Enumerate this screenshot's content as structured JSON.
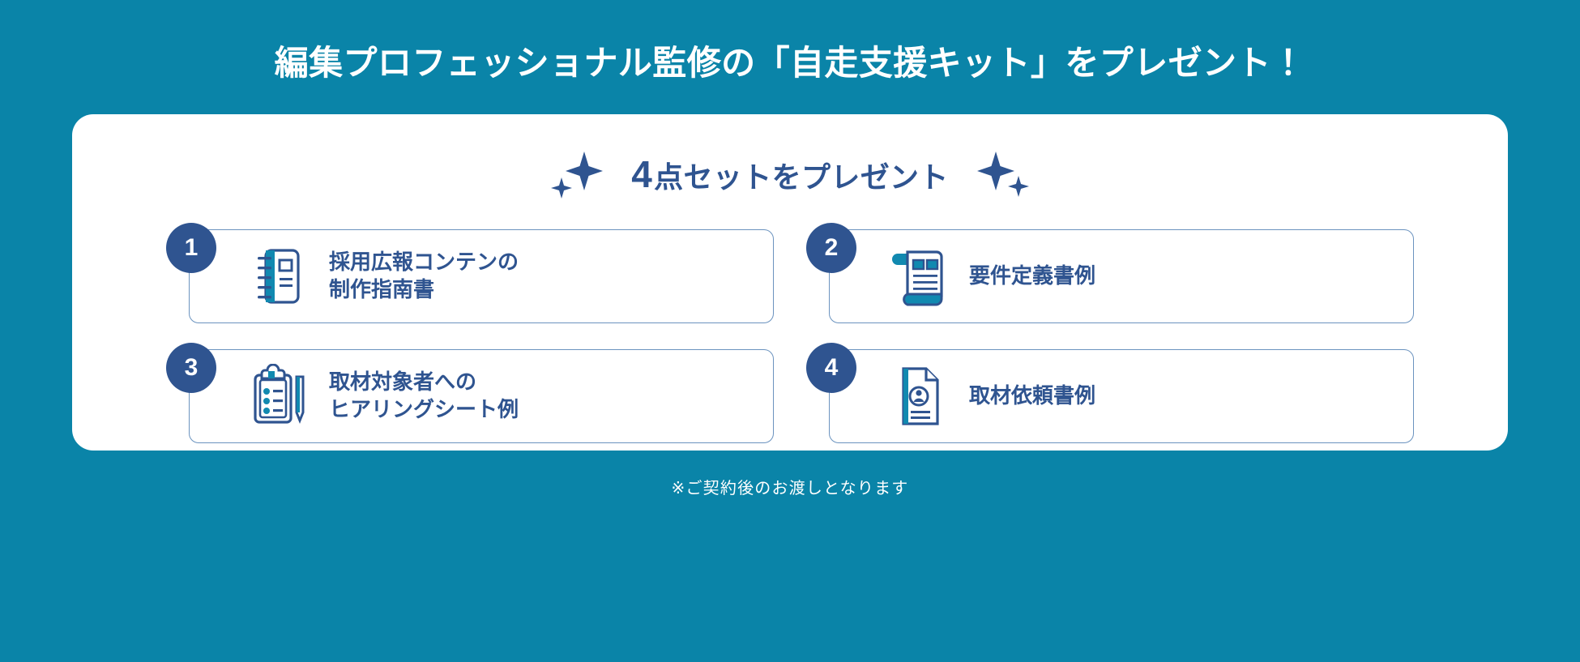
{
  "colors": {
    "background": "#0a84a8",
    "panel": "#ffffff",
    "navy": "#2f5490",
    "teal": "#0a84a8",
    "card_border": "#6b93bf",
    "headline_text": "#ffffff"
  },
  "headline": "編集プロフェッショナル監修の「自走支援キット」をプレゼント！",
  "panel": {
    "subheading": {
      "count": "4",
      "text": "点セットをプレゼント",
      "left_sparkle": "sparkle-icon",
      "right_sparkle": "sparkle-icon"
    },
    "items": [
      {
        "number": "1",
        "icon": "notebook-icon",
        "label": "採用広報コンテンの\n制作指南書"
      },
      {
        "number": "2",
        "icon": "scroll-document-icon",
        "label": "要件定義書例"
      },
      {
        "number": "3",
        "icon": "clipboard-pen-icon",
        "label": "取材対象者への\nヒアリングシート例"
      },
      {
        "number": "4",
        "icon": "person-document-icon",
        "label": "取材依頼書例"
      }
    ]
  },
  "footnote": "※ご契約後のお渡しとなります"
}
